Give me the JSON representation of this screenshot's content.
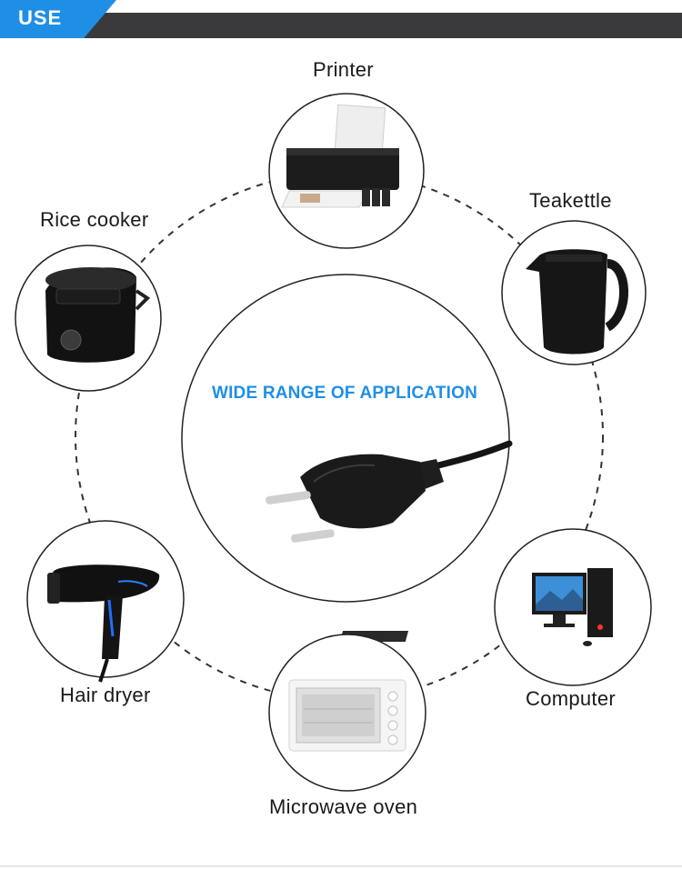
{
  "header": {
    "tab_label": "USE",
    "accent_color": "#1f8fe6",
    "bar_color": "#3a3a3c"
  },
  "center": {
    "title": "WIDE RANGE OF APPLICATION",
    "image": "eu-plug-icon"
  },
  "devices": [
    {
      "label": "Printer",
      "icon": "printer-icon"
    },
    {
      "label": "Teakettle",
      "icon": "kettle-icon"
    },
    {
      "label": "Rice cooker",
      "icon": "rice-cooker-icon"
    },
    {
      "label": "Hair dryer",
      "icon": "hair-dryer-icon"
    },
    {
      "label": "Computer",
      "icon": "computer-icon"
    },
    {
      "label": "Microwave oven",
      "icon": "microwave-oven-icon"
    }
  ]
}
